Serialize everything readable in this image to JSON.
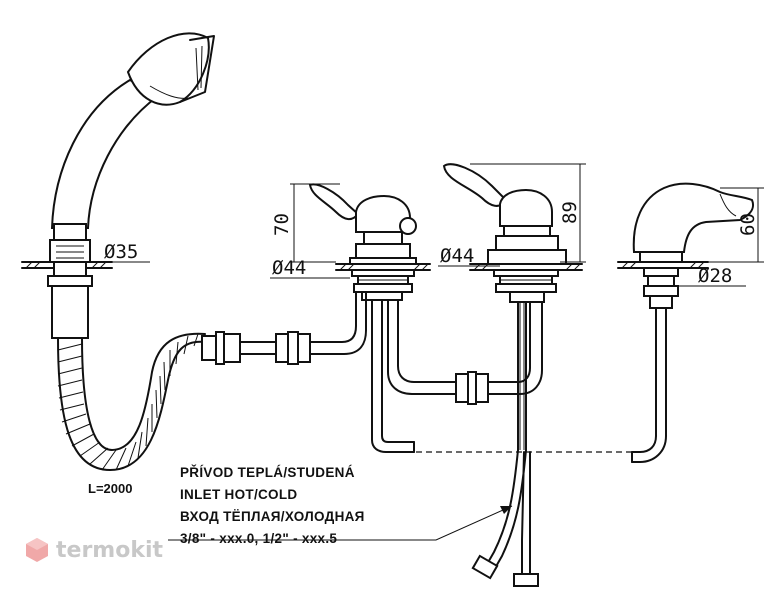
{
  "dimensions": {
    "handshower_diameter": "Ø35",
    "valve_left_height": "70",
    "valve_left_diameter": "Ø44",
    "valve_right_diameter": "Ø44",
    "valve_right_height": "89",
    "spout_height": "60",
    "spout_diameter": "Ø28"
  },
  "hose_length": "L=2000",
  "inlet": {
    "line_cz": "PŘÍVOD TEPLÁ/STUDENÁ",
    "line_en": "INLET HOT/COLD",
    "line_ru": "ВХОД ТЁПЛАЯ/ХОЛОДНАЯ",
    "line_sizes": "3/8\" - xxx.0, 1/2\" - xxx.5"
  },
  "watermark": {
    "text": "termokit",
    "icon": "hexagon-logo-icon"
  }
}
